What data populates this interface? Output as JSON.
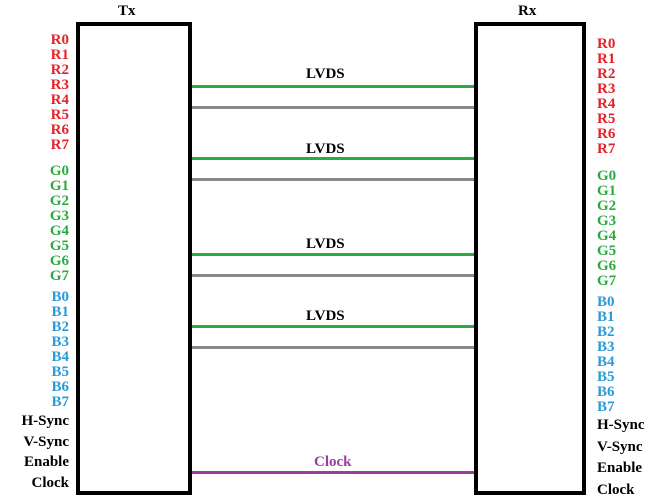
{
  "transmitter": {
    "title": "Tx",
    "signals": [
      [
        "R0",
        "R1",
        "R2",
        "R3",
        "R4",
        "R5",
        "R6",
        "R7"
      ],
      [
        "G0",
        "G1",
        "G2",
        "G3",
        "G4",
        "G5",
        "G6",
        "G7"
      ],
      [
        "B0",
        "B1",
        "B2",
        "B3",
        "B4",
        "B5",
        "B6",
        "B7"
      ],
      [
        "H-Sync",
        "V-Sync",
        "Enable",
        "Clock"
      ]
    ]
  },
  "receiver": {
    "title": "Rx",
    "signals": [
      [
        "R0",
        "R1",
        "R2",
        "R3",
        "R4",
        "R5",
        "R6",
        "R7"
      ],
      [
        "G0",
        "G1",
        "G2",
        "G3",
        "G4",
        "G5",
        "G6",
        "G7"
      ],
      [
        "B0",
        "B1",
        "B2",
        "B3",
        "B4",
        "B5",
        "B6",
        "B7"
      ],
      [
        "H-Sync",
        "V-Sync",
        "Enable",
        "Clock"
      ]
    ]
  },
  "links": [
    {
      "label": "LVDS"
    },
    {
      "label": "LVDS"
    },
    {
      "label": "LVDS"
    },
    {
      "label": "LVDS"
    },
    {
      "label": "Clock"
    }
  ],
  "colors": {
    "red_group": "#e8202a",
    "green_group": "#2bab3f",
    "blue_group": "#2a9ad8",
    "control_group": "#000000",
    "data_wire": "#2bab3f",
    "return_wire": "#8a8a8a",
    "clock_wire": "#9a3fa0",
    "box_border": "#000000"
  }
}
